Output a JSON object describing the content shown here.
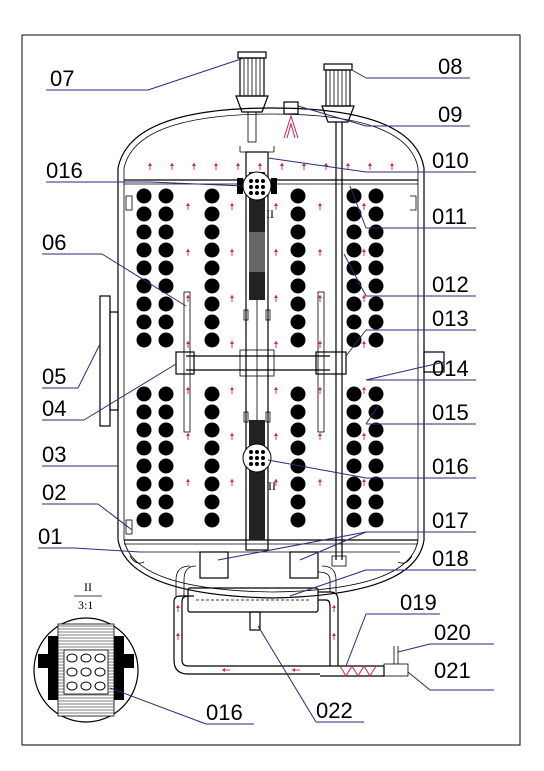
{
  "detail": {
    "roman": "II",
    "scale": "3:1",
    "marker_upper": "II",
    "marker_lower": "II"
  },
  "labels": [
    {
      "id": "07",
      "text": "07"
    },
    {
      "id": "08",
      "text": "08"
    },
    {
      "id": "09",
      "text": "09"
    },
    {
      "id": "016a",
      "text": "016"
    },
    {
      "id": "010",
      "text": "010"
    },
    {
      "id": "011",
      "text": "011"
    },
    {
      "id": "06",
      "text": "06"
    },
    {
      "id": "012",
      "text": "012"
    },
    {
      "id": "013",
      "text": "013"
    },
    {
      "id": "05",
      "text": "05"
    },
    {
      "id": "014",
      "text": "014"
    },
    {
      "id": "04",
      "text": "04"
    },
    {
      "id": "015",
      "text": "015"
    },
    {
      "id": "03",
      "text": "03"
    },
    {
      "id": "016b",
      "text": "016"
    },
    {
      "id": "02",
      "text": "02"
    },
    {
      "id": "017",
      "text": "017"
    },
    {
      "id": "01",
      "text": "01"
    },
    {
      "id": "018",
      "text": "018"
    },
    {
      "id": "019",
      "text": "019"
    },
    {
      "id": "020",
      "text": "020"
    },
    {
      "id": "021",
      "text": "021"
    },
    {
      "id": "016c",
      "text": "016"
    },
    {
      "id": "022",
      "text": "022"
    }
  ],
  "colors": {
    "ink": "#000000",
    "leader": "#2a2a7a",
    "flow_arrow": "#d02060",
    "paper": "#ffffff"
  }
}
